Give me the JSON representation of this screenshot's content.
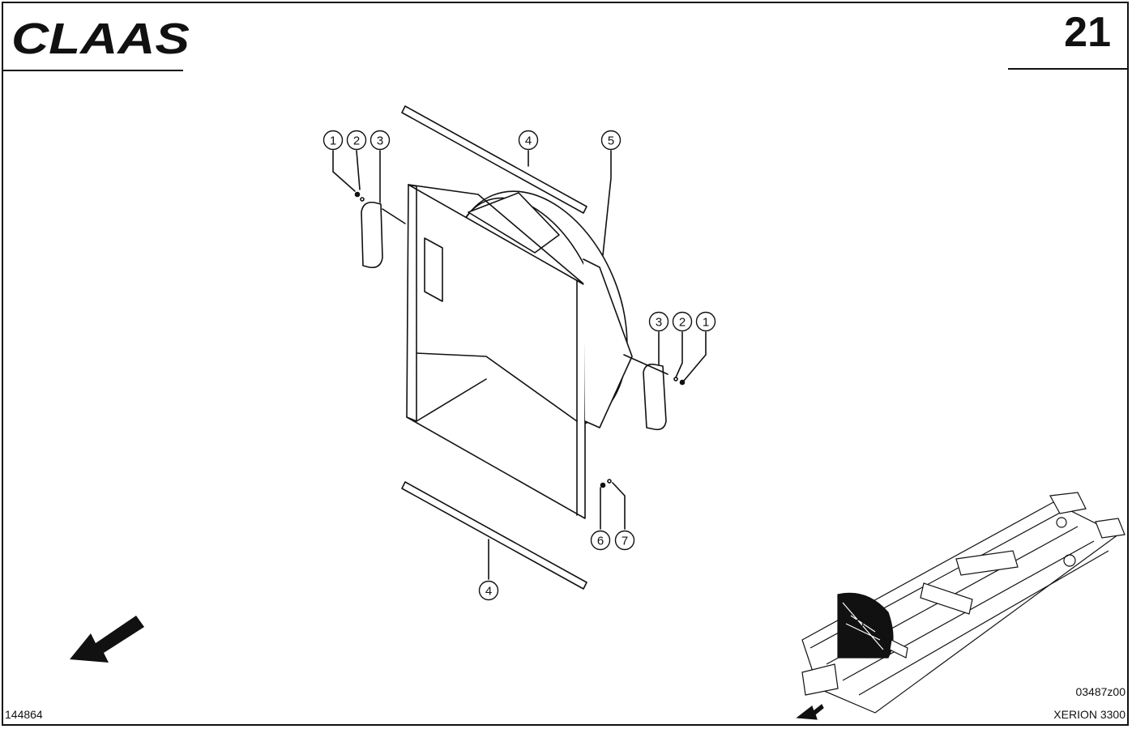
{
  "header": {
    "brand": "CLAAS",
    "page_number": "21"
  },
  "callouts": [
    {
      "id": "c1a",
      "label": "1"
    },
    {
      "id": "c2a",
      "label": "2"
    },
    {
      "id": "c3a",
      "label": "3"
    },
    {
      "id": "c4a",
      "label": "4"
    },
    {
      "id": "c5",
      "label": "5"
    },
    {
      "id": "c3b",
      "label": "3"
    },
    {
      "id": "c2b",
      "label": "2"
    },
    {
      "id": "c1b",
      "label": "1"
    },
    {
      "id": "c6",
      "label": "6"
    },
    {
      "id": "c7",
      "label": "7"
    },
    {
      "id": "c4b",
      "label": "4"
    }
  ],
  "footer": {
    "doc_number": "144864",
    "drawing_code": "03487z00",
    "model": "XERION 3300"
  },
  "icons": [
    "claas-logo",
    "direction-arrow-icon",
    "frame-overview-icon"
  ]
}
